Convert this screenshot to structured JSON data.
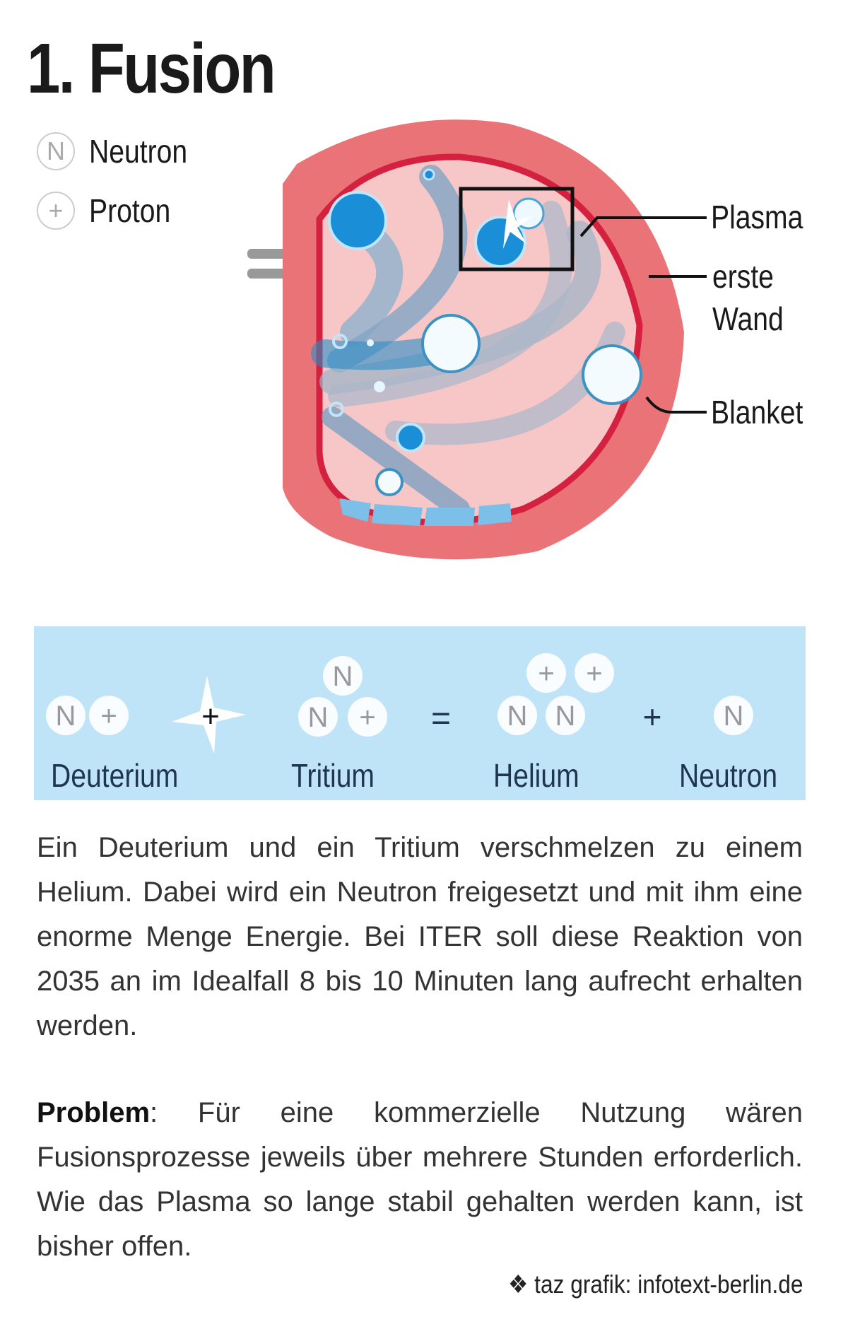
{
  "title": "1. Fusion",
  "legend": [
    {
      "symbol": "N",
      "label": "Neutron"
    },
    {
      "symbol": "+",
      "label": "Proton"
    }
  ],
  "diagram_labels": {
    "plasma": "Plasma",
    "erste": "erste",
    "wand": "Wand",
    "blanket": "Blanket"
  },
  "equation": {
    "deuterium": "Deuterium",
    "tritium": "Tritium",
    "helium": "Helium",
    "neutron": "Neutron",
    "plus": "+",
    "equals": "=",
    "n": "N",
    "p": "+"
  },
  "paragraph1": "Ein Deuterium und ein Tritium verschmelzen zu einem Helium. Dabei wird ein Neutron freigesetzt und mit ihm eine enorme Menge Energie. Bei ITER soll diese Reaktion von 2035 an im Idealfall 8 bis 10 Minuten lang aufrecht erhalten werden.",
  "problem_label": "Problem",
  "paragraph2": ": Für eine kommerzielle Nutzung wären Fusionsprozesse jeweils über mehrere Stunden erforderlich. Wie das Plasma so lange stabil gehalten werden kann, ist bisher offen.",
  "credit": "taz grafik: infotext-berlin.de",
  "colors": {
    "wall": "#ea7378",
    "inner": "#f7c7c7",
    "redline": "#d4213f",
    "blue": "#1a8fd8",
    "panel": "#bfe3f7"
  }
}
